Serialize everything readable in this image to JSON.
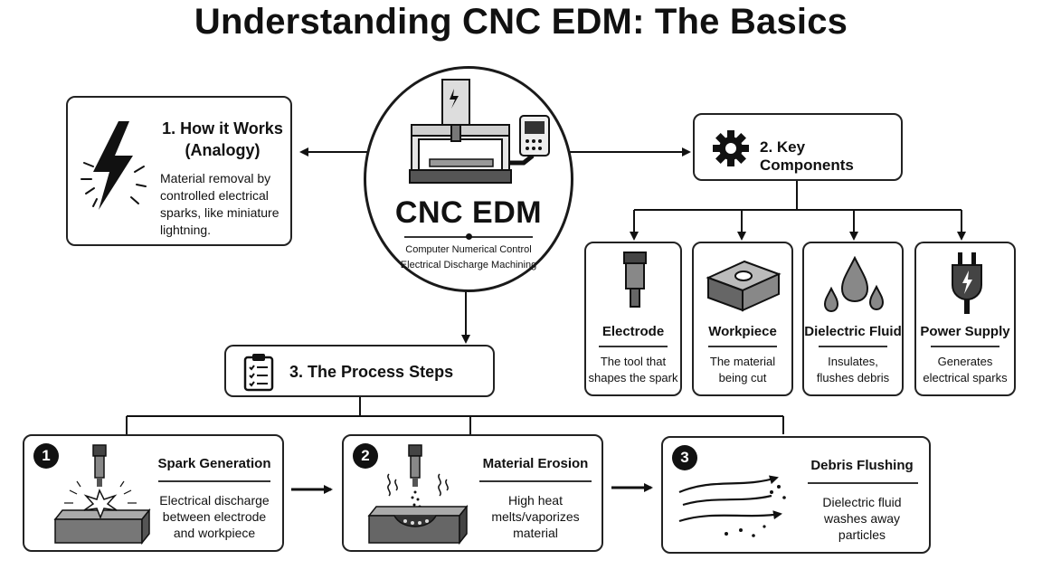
{
  "title": "Understanding CNC EDM: The Basics",
  "center": {
    "title": "CNC EDM",
    "subtitle_line1": "Computer Numerical Control",
    "subtitle_line2": "Electrical Discharge Machining"
  },
  "how_it_works": {
    "title_line1": "1. How it Works",
    "title_line2": "(Analogy)",
    "body_line1": "Material removal by",
    "body_line2": "controlled electrical",
    "body_line3": "sparks, like miniature",
    "body_line4": "lightning.",
    "icon": "lightning-bolt"
  },
  "key_components": {
    "title": "2. Key Components",
    "icon": "gear",
    "items": [
      {
        "name": "Electrode",
        "desc_line1": "The tool that",
        "desc_line2": "shapes the spark",
        "icon": "electrode"
      },
      {
        "name": "Workpiece",
        "desc_line1": "The material",
        "desc_line2": "being cut",
        "icon": "workpiece-block"
      },
      {
        "name": "Dielectric Fluid",
        "desc_line1": "Insulates,",
        "desc_line2": "flushes debris",
        "icon": "droplets"
      },
      {
        "name": "Power Supply",
        "desc_line1": "Generates",
        "desc_line2": "electrical sparks",
        "icon": "power-plug"
      }
    ]
  },
  "process": {
    "title": "3. The Process Steps",
    "icon": "clipboard-checklist",
    "steps": [
      {
        "number": "1",
        "title": "Spark Generation",
        "line1": "Electrical discharge",
        "line2": "between electrode",
        "line3": "and workpiece"
      },
      {
        "number": "2",
        "title": "Material Erosion",
        "line1": "High heat",
        "line2": "melts/vaporizes",
        "line3": "material"
      },
      {
        "number": "3",
        "title": "Debris Flushing",
        "line1": "Dielectric fluid",
        "line2": "washes away",
        "line3": "particles"
      }
    ]
  }
}
